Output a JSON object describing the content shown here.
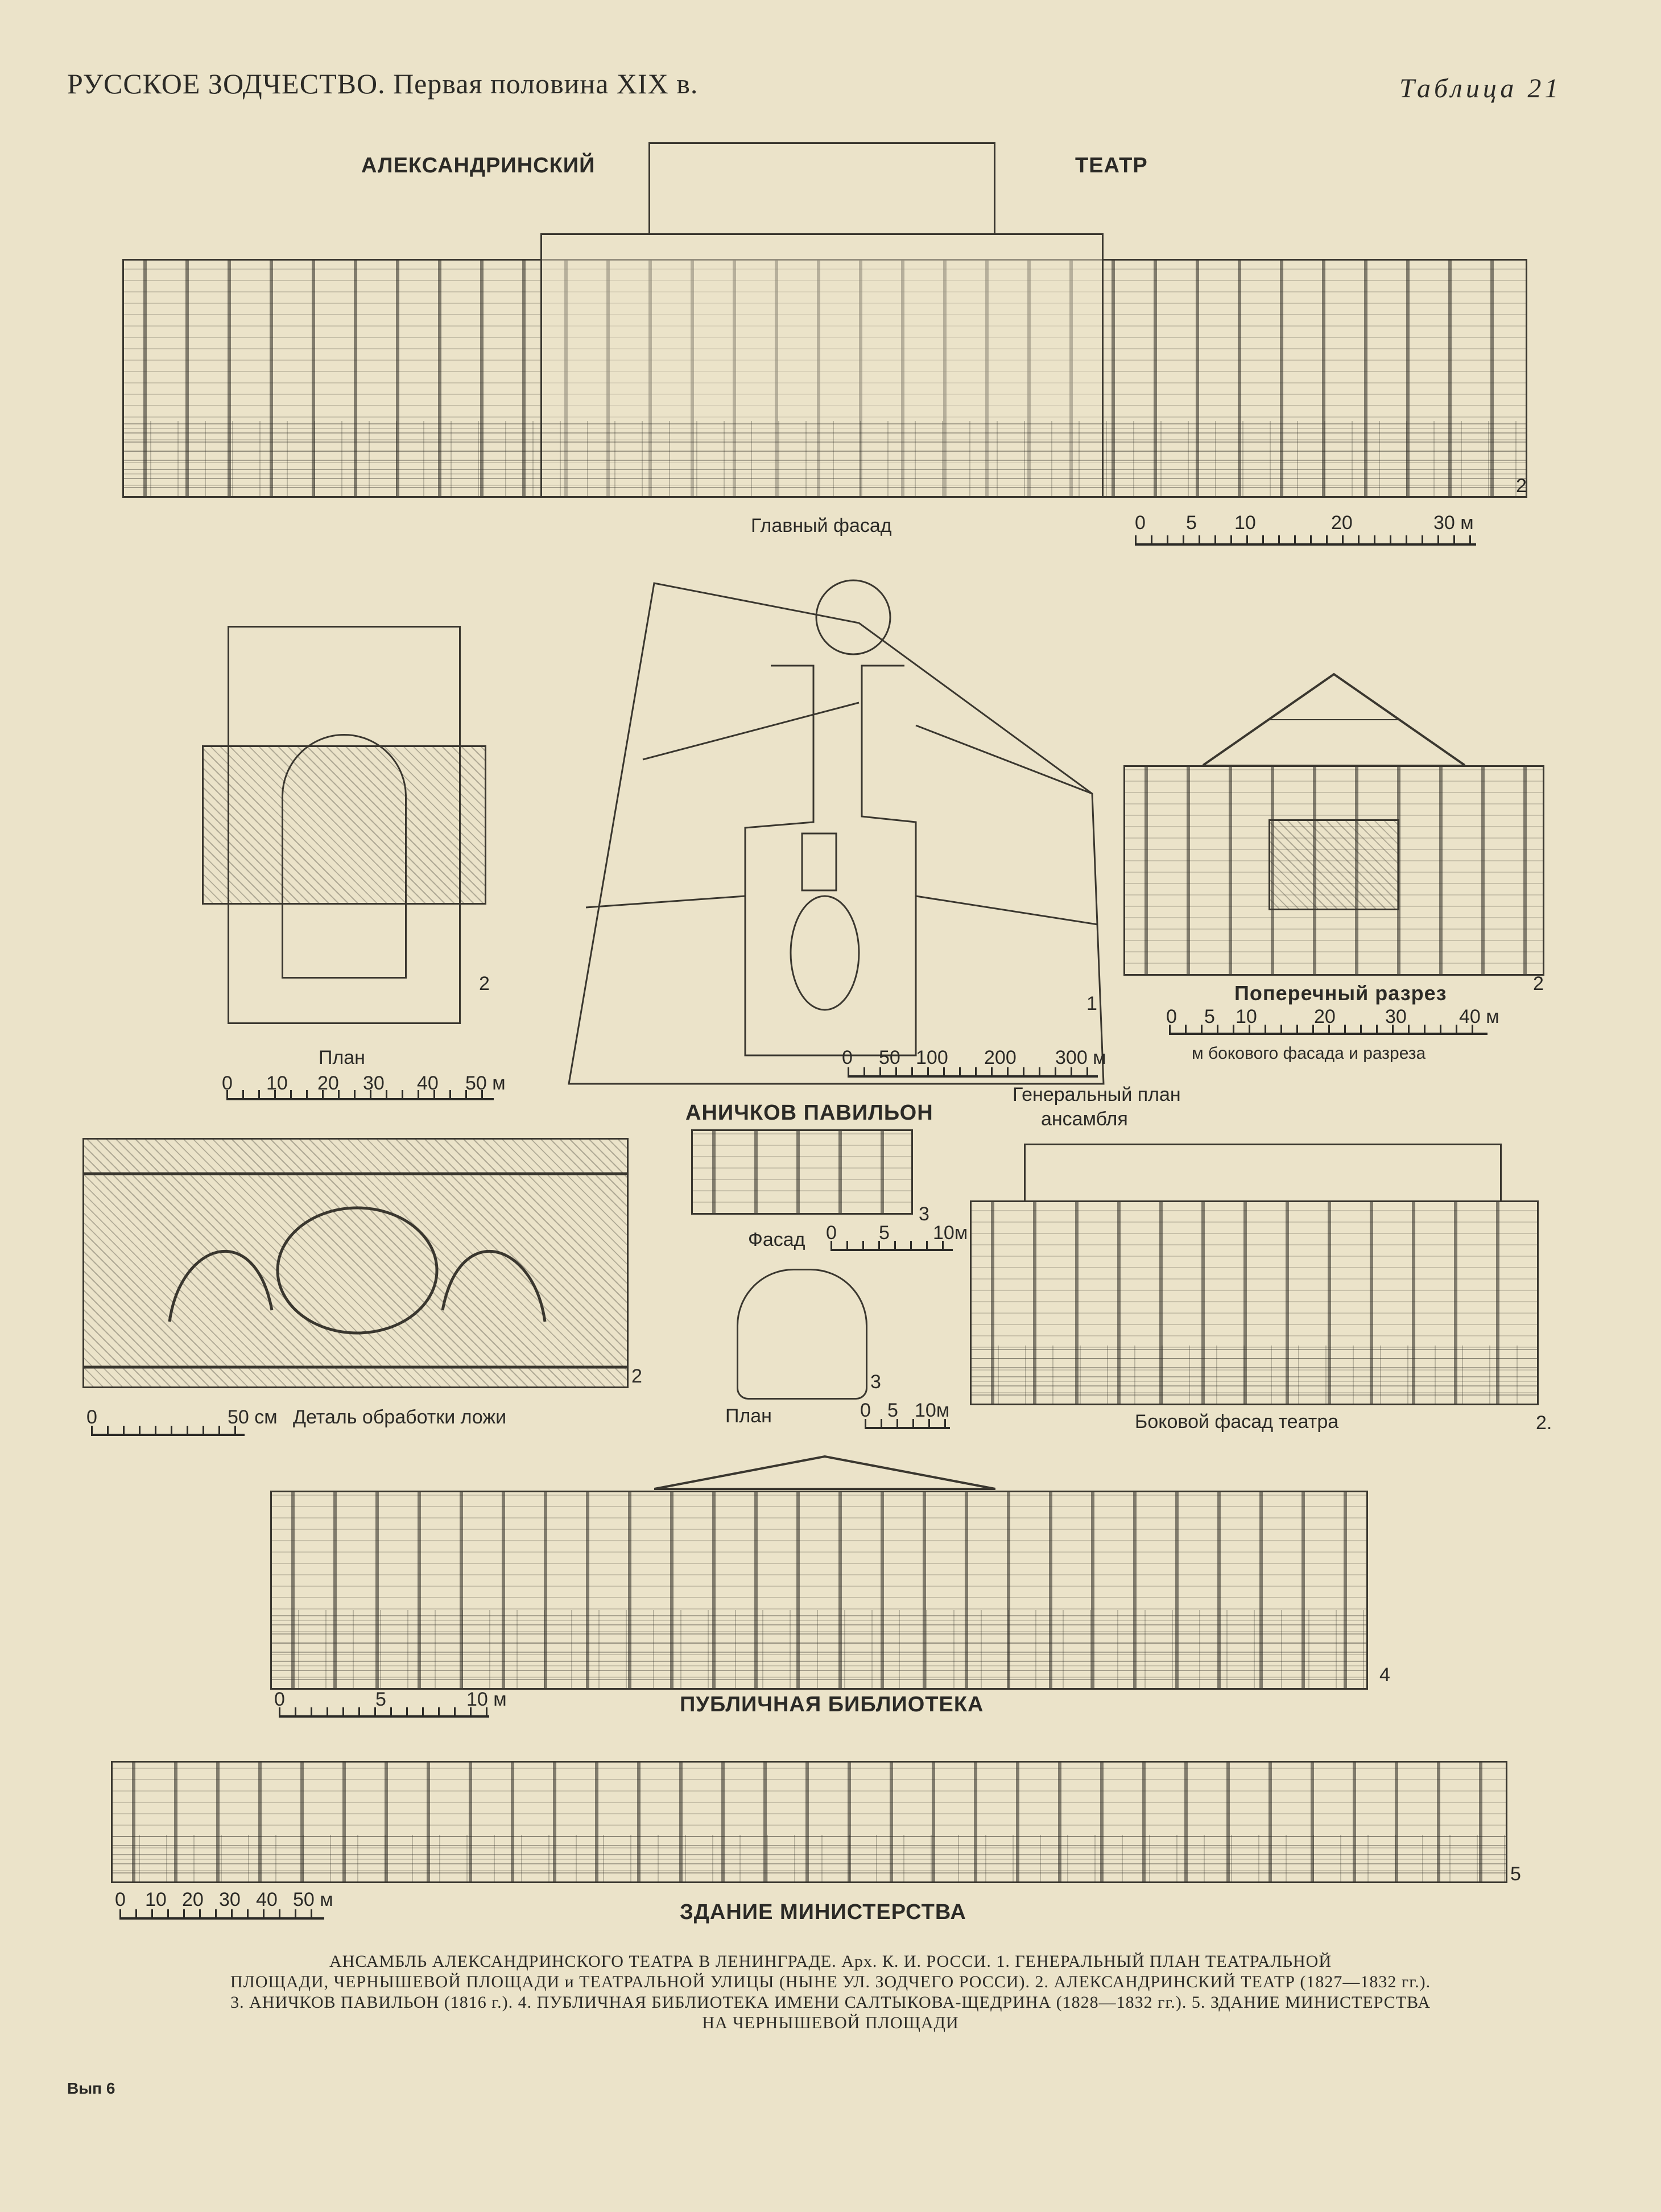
{
  "header": {
    "left": "РУССКОЕ ЗОДЧЕСТВО. Первая половина XIX в.",
    "right": "Таблица 21"
  },
  "main_facade": {
    "title_left": "АЛЕКСАНДРИНСКИЙ",
    "title_right": "ТЕАТР",
    "label": "Главный фасад",
    "number": "2",
    "scale": [
      "0",
      "5",
      "10",
      "20",
      "30 м"
    ]
  },
  "theatre_plan": {
    "label": "План",
    "number": "2",
    "scale": [
      "0",
      "10",
      "20",
      "30",
      "40",
      "50 м"
    ]
  },
  "general_plan": {
    "number": "1",
    "label_line1": "Генеральный план",
    "label_line2": "ансамбля",
    "scale": [
      "0",
      "50",
      "100",
      "200",
      "300 м"
    ]
  },
  "cross_section": {
    "label": "Поперечный разрез",
    "number": "2",
    "scale": [
      "0",
      "5",
      "10",
      "20",
      "30",
      "40 м"
    ],
    "scale_note": "м бокового фасада и разреза"
  },
  "pavilion": {
    "title": "АНИЧКОВ ПАВИЛЬОН",
    "facade_label": "Фасад",
    "facade_number": "3",
    "facade_scale": [
      "0",
      "5",
      "10м"
    ],
    "plan_label": "План",
    "plan_number": "3",
    "plan_scale": [
      "0",
      "5",
      "10м"
    ]
  },
  "box_detail": {
    "label": "Деталь обработки ложи",
    "number": "2",
    "scale": [
      "0",
      "50 см"
    ]
  },
  "side_facade": {
    "label": "Боковой фасад театра",
    "number": "2."
  },
  "library": {
    "title": "ПУБЛИЧНАЯ БИБЛИОТЕКА",
    "number": "4",
    "scale": [
      "0",
      "5",
      "10 м"
    ]
  },
  "ministry": {
    "title": "ЗДАНИЕ МИНИСТЕРСТВА",
    "number": "5",
    "scale": [
      "0",
      "10",
      "20",
      "30",
      "40",
      "50 м"
    ]
  },
  "caption": {
    "line1": "АНСАМБЛЬ АЛЕКСАНДРИНСКОГО ТЕАТРА В ЛЕНИНГРАДЕ. Арх. К. И. РОССИ.  1. ГЕНЕРАЛЬНЫЙ ПЛАН ТЕАТРАЛЬНОЙ",
    "line2": "ПЛОЩАДИ, ЧЕРНЫШЕВОЙ ПЛОЩАДИ и ТЕАТРАЛЬНОЙ УЛИЦЫ (НЫНЕ УЛ. ЗОДЧЕГО РОССИ).  2. АЛЕКСАНДРИНСКИЙ ТЕАТР (1827—1832 гг.).",
    "line3": "3. АНИЧКОВ ПАВИЛЬОН (1816 г.).  4. ПУБЛИЧНАЯ БИБЛИОТЕКА ИМЕНИ САЛТЫКОВА-ЩЕДРИНА (1828—1832 гг.).  5. ЗДАНИЕ МИНИСТЕРСТВА",
    "line4": "НА ЧЕРНЫШЕВОЙ ПЛОЩАДИ"
  },
  "footer": {
    "issue": "Вып 6"
  }
}
